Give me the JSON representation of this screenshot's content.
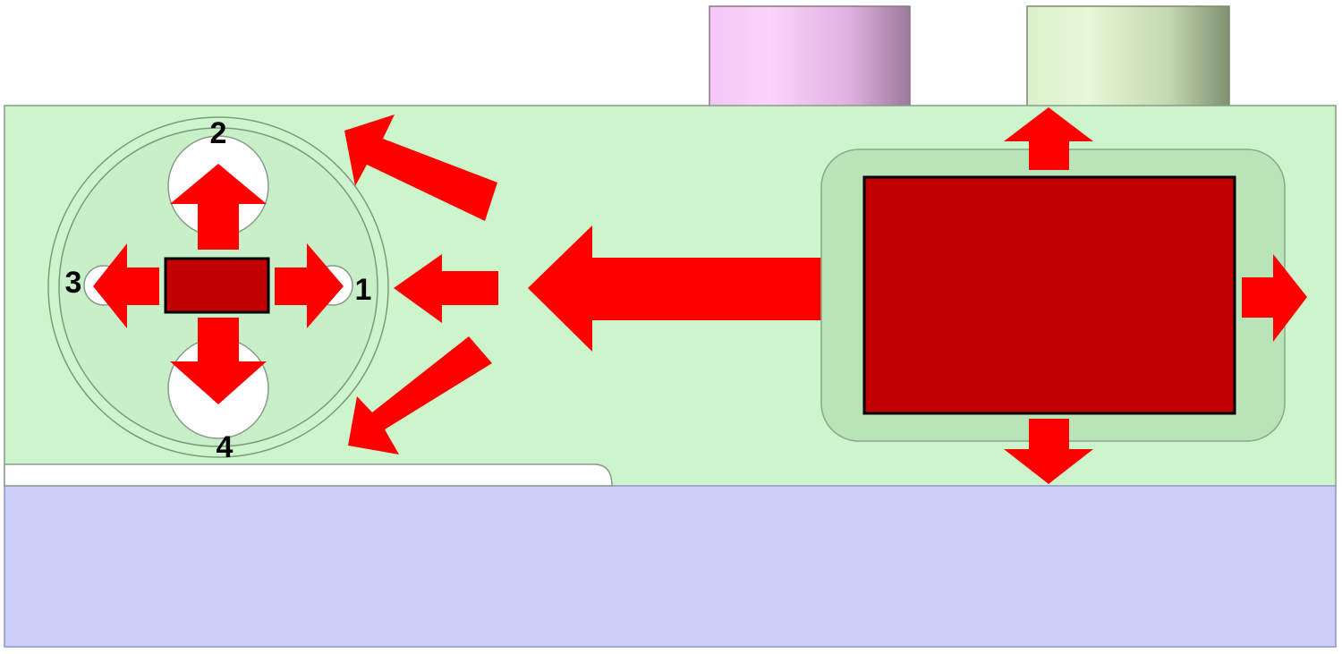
{
  "diagram": {
    "colors": {
      "background": "#ffffff",
      "board": "#ccf5cc",
      "board_stroke": "#8a9a8a",
      "base": "#ccd0f8",
      "base_stroke": "#9096c8",
      "chip": "#c00000",
      "chip_stroke": "#000000",
      "arrow": "#ff0000",
      "pocket": "#b8e4b8",
      "hole": "#ffffff",
      "cylinder_pink": "#f5c8f5",
      "cylinder_green": "#e0f0d0"
    },
    "hole_labels": [
      "1",
      "2",
      "3",
      "4"
    ]
  }
}
